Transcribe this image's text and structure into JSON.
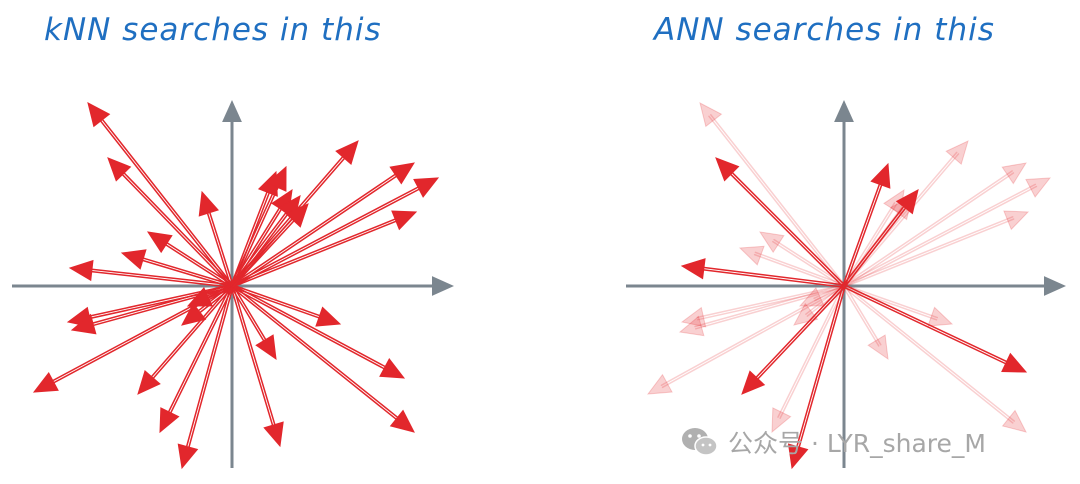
{
  "titles": {
    "left": "kNN searches in this",
    "right": "ANN searches in this"
  },
  "watermark": {
    "text": "公众号 · LYR_share_M",
    "icon": "wechat-icon"
  },
  "colors": {
    "title": "#1f6fc1",
    "axis": "#7b868f",
    "vector": "#e2272c",
    "vector_faded": "#f5b5b7",
    "watermark": "#a7a7a7"
  }
}
